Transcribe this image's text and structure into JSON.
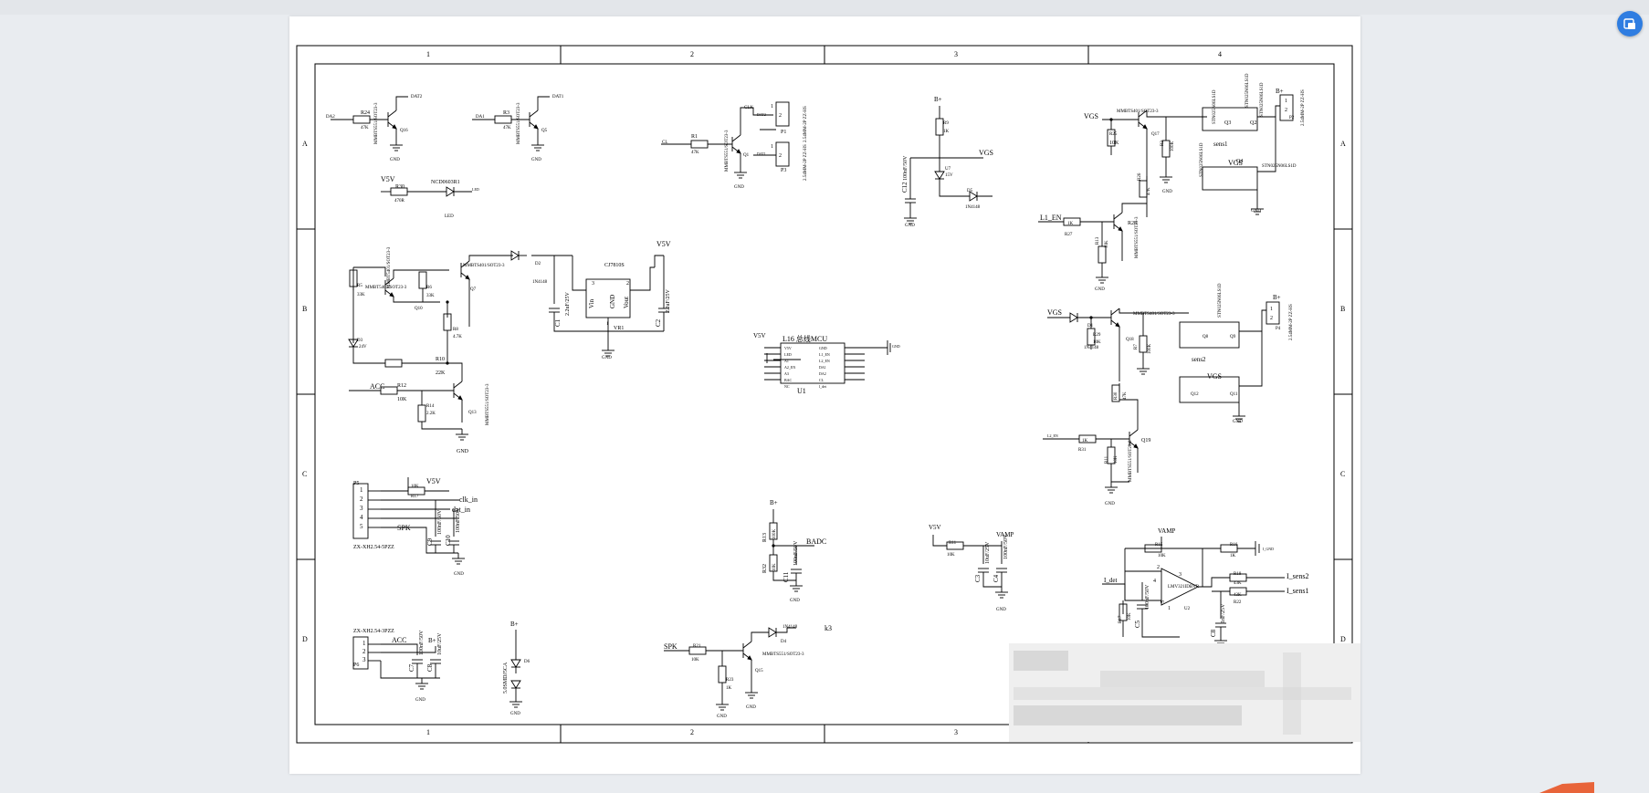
{
  "border": {
    "cols": [
      "1",
      "2",
      "3",
      "4"
    ],
    "rows": [
      "A",
      "B",
      "C",
      "D"
    ]
  },
  "labels": {
    "g1": [
      "DA2",
      "R24",
      "47K",
      "MMBTS551/SOT23-3",
      "Q16",
      "GND",
      "DAT2"
    ],
    "g2": [
      "DA1",
      "R3",
      "47K",
      "MMBTS551/SOT23-3",
      "Q5",
      "GND",
      "DAT1"
    ],
    "g3": [
      "V5V",
      "R30",
      "470R",
      "NCD0603R1",
      "LED",
      "LED"
    ],
    "g4": [
      "CL",
      "R1",
      "47K",
      "MMBTS551/SOT23-3",
      "Q1",
      "GND",
      "CLK",
      "DAT2",
      "DAT1",
      "P1",
      "P3",
      "1",
      "2",
      "1",
      "2",
      "2.54MM-2P ZZ-HS",
      "2.54MM-2P ZZ-HS"
    ],
    "g5": [
      "B+",
      "R9",
      "1K",
      "C12",
      "100nF/50V",
      "U7",
      "15V",
      "VGS",
      "D5",
      "1N4148",
      "GND"
    ],
    "g6": [
      "VGS",
      "MMBTS401/SOT23-3",
      "Q17",
      "R25",
      "10K",
      "R2",
      "100K",
      "GND",
      "R26",
      "47K",
      "L1_EN",
      "1K",
      "R27",
      "R28",
      "R13",
      "10K",
      "MMBTS551/SOT23-3",
      "GND",
      "B+",
      "P2",
      "1",
      "2",
      "2.54MM-2P ZZ-HS",
      "sens1",
      "VGS",
      "Q3",
      "Q2",
      "Q4",
      "STN025N06LS1D",
      "STN025N06LS1D",
      "STN025N06LS1D",
      "STN025N06LS1D",
      "STN025N06LS1D",
      "GND"
    ],
    "g7": [
      "MMBT5401/SOT23-3",
      "R5",
      "33K",
      "R6",
      "33K",
      "Q10",
      "MMBTS401/SOT23-3",
      "Q7",
      "D2",
      "1N4148",
      "R8",
      "4.7K",
      "D3",
      "24V",
      "R10",
      "22K",
      "ACC",
      "R12",
      "10K",
      "R14",
      "2.2K",
      "MMBTS551/SOT23-3",
      "Q13",
      "GND"
    ],
    "g8": [
      "CJ7810S",
      "V5V",
      "C1",
      "2.2uF/25V",
      "Vin",
      "GND",
      "Vout",
      "C2",
      "2.2uF/25V",
      "VR1",
      "GND",
      "3",
      "1",
      "2"
    ],
    "g9": [
      "L16 总线MCU",
      "V5V",
      "U1",
      "V5V",
      "LED",
      "A1",
      "A2_EN",
      "A3",
      "BAC",
      "NC",
      "GND",
      "L1_EN",
      "L2_EN",
      "DA1",
      "DA2",
      "CL",
      "l_det",
      "GND"
    ],
    "g10": [
      "VGS",
      "D1",
      "1N4148",
      "MMBTS401/SOT23-3",
      "Q18",
      "R29",
      "10K",
      "R7",
      "100K",
      "R30",
      "47K",
      "L2_EN",
      "1K",
      "R31",
      "R11",
      "10K",
      "MMBTS551/SOT23-3",
      "Q19",
      "GND",
      "B+",
      "P4",
      "1",
      "2",
      "2.54MM-2P ZZ-HS",
      "sens2",
      "VGS",
      "Q9",
      "Q8",
      "Q12",
      "Q11",
      "STN025N06LS1D",
      "GND"
    ],
    "g11": [
      "P5",
      "1",
      "2",
      "3",
      "4",
      "5",
      "ZX-XH2.54-5PZZ",
      "V5V",
      "10K",
      "R17",
      "clk_in",
      "dat_in",
      "SPK",
      "C9",
      "100nF/50V",
      "C10",
      "100nF/50V",
      "GND"
    ],
    "g12": [
      "B+",
      "R13",
      "100K",
      "BADC",
      "R32",
      "10K",
      "C11",
      "100nF/50V",
      "GND"
    ],
    "g13": [
      "V5V",
      "R11",
      "10K",
      "VAMP",
      "C3",
      "10uF/25V",
      "C4",
      "100nF/50V",
      "GND"
    ],
    "g14": [
      "VAMP",
      "R15",
      "10K",
      "R16",
      "1K",
      "I_GND",
      "I_det",
      "R17",
      "10K",
      "C5",
      "100nF/50V",
      "4",
      "3",
      "2",
      "5",
      "1",
      "LMV321IDBVR",
      "U2",
      "R18",
      "43K",
      "I_sens2",
      "43K",
      "R22",
      "I_sens1",
      "C8",
      "1nF/25V",
      "GND"
    ],
    "g15": [
      "ZX-XH2.54-3PZZ",
      "P6",
      "1",
      "2",
      "3",
      "ACC",
      "B+",
      "C7",
      "100nF/50V",
      "C8",
      "10uF/25V",
      "GND"
    ],
    "g16": [
      "B+",
      "D6",
      "5.0SMDJ5CA",
      "GND"
    ],
    "g17": [
      "SPK",
      "R21",
      "10K",
      "R23",
      "1K",
      "GND",
      "Q15",
      "MMBTS551/SOT23-3",
      "1N4148",
      "D4",
      "k3",
      "GND"
    ]
  },
  "toolbar": {
    "icon": "image-edit-icon"
  },
  "colors": {
    "line": "#000000",
    "page": "#ffffff",
    "background": "#e9ecf0",
    "accent": "#2f7de1"
  }
}
